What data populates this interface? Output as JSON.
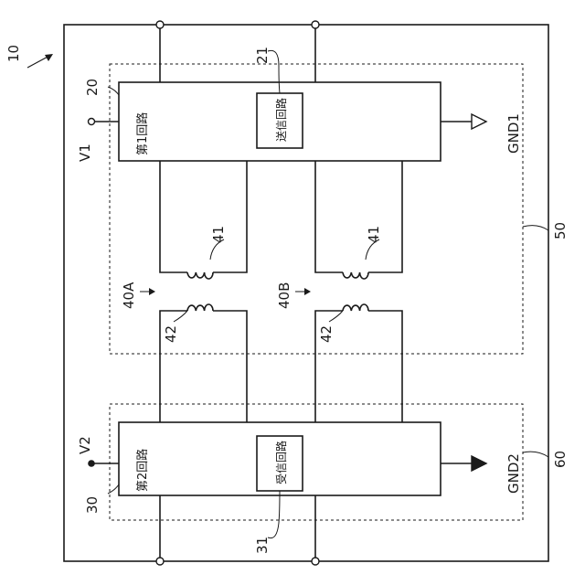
{
  "figure": {
    "device_ref": "10",
    "first_circuit": {
      "ref": "20",
      "label": "第1回路"
    },
    "second_circuit": {
      "ref": "30",
      "label": "第2回路"
    },
    "transmit_circuit": {
      "ref": "21",
      "label": "送信回路"
    },
    "receive_circuit": {
      "ref": "31",
      "label": "受信回路"
    },
    "chip_1": {
      "ref": "50"
    },
    "chip_2": {
      "ref": "60"
    },
    "transformers": [
      {
        "label": "40A",
        "primary_ref": "41",
        "secondary_ref": "42"
      },
      {
        "label": "40B",
        "primary_ref": "41",
        "secondary_ref": "42"
      }
    ],
    "power_1": "V1",
    "power_2": "V2",
    "ground_1": "GND1",
    "ground_2": "GND2"
  }
}
